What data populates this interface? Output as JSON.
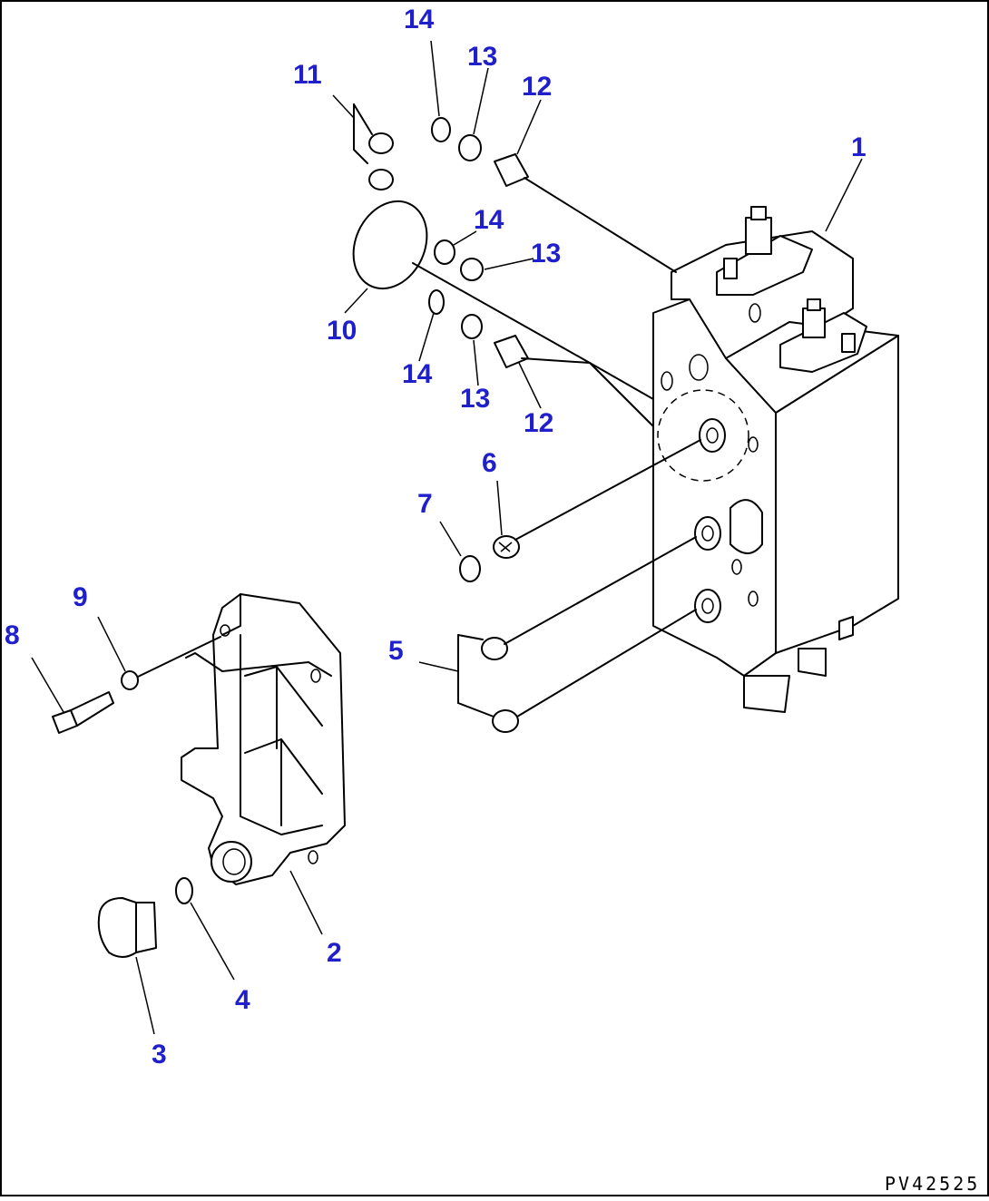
{
  "drawing_code": "PV42525",
  "callouts": [
    {
      "id": "callout-1",
      "label": "1"
    },
    {
      "id": "callout-2",
      "label": "2"
    },
    {
      "id": "callout-3",
      "label": "3"
    },
    {
      "id": "callout-4",
      "label": "4"
    },
    {
      "id": "callout-5",
      "label": "5"
    },
    {
      "id": "callout-6",
      "label": "6"
    },
    {
      "id": "callout-7",
      "label": "7"
    },
    {
      "id": "callout-8",
      "label": "8"
    },
    {
      "id": "callout-9",
      "label": "9"
    },
    {
      "id": "callout-10",
      "label": "10"
    },
    {
      "id": "callout-11",
      "label": "11"
    },
    {
      "id": "callout-12a",
      "label": "12"
    },
    {
      "id": "callout-12b",
      "label": "12"
    },
    {
      "id": "callout-13a",
      "label": "13"
    },
    {
      "id": "callout-13b",
      "label": "13"
    },
    {
      "id": "callout-13c",
      "label": "13"
    },
    {
      "id": "callout-14a",
      "label": "14"
    },
    {
      "id": "callout-14b",
      "label": "14"
    },
    {
      "id": "callout-14c",
      "label": "14"
    }
  ],
  "colors": {
    "callout": "#1f1fcc",
    "line": "#000000",
    "background": "#ffffff"
  }
}
